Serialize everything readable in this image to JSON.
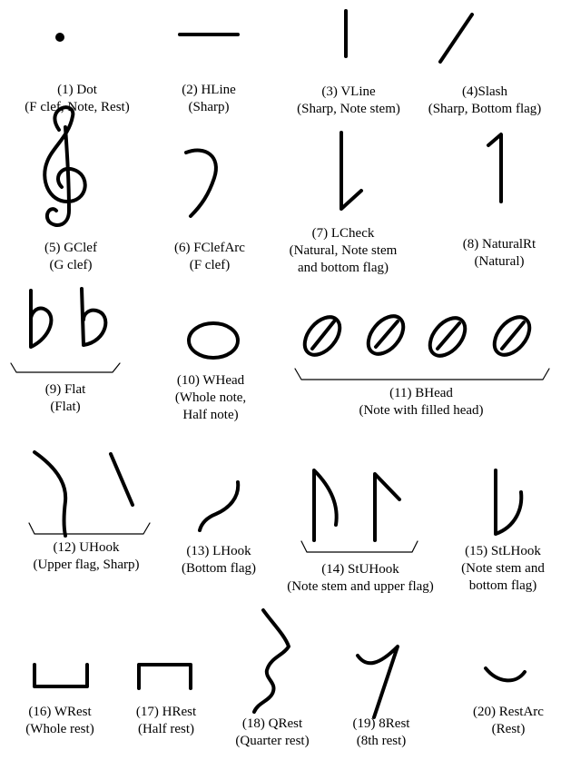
{
  "symbols": [
    {
      "label": "(1) Dot",
      "desc": [
        "(F clef, Note, Rest)"
      ]
    },
    {
      "label": "(2) HLine",
      "desc": [
        "(Sharp)"
      ]
    },
    {
      "label": "(3) VLine",
      "desc": [
        "(Sharp, Note stem)"
      ]
    },
    {
      "label": "(4)Slash",
      "desc": [
        "(Sharp, Bottom flag)"
      ]
    },
    {
      "label": "(5) GClef",
      "desc": [
        "(G clef)"
      ]
    },
    {
      "label": "(6) FClefArc",
      "desc": [
        "(F clef)"
      ]
    },
    {
      "label": "(7) LCheck",
      "desc": [
        "(Natural, Note stem",
        "and bottom flag)"
      ]
    },
    {
      "label": "(8) NaturalRt",
      "desc": [
        "(Natural)"
      ]
    },
    {
      "label": "(9) Flat",
      "desc": [
        "(Flat)"
      ]
    },
    {
      "label": "(10) WHead",
      "desc": [
        "(Whole note,",
        "Half note)"
      ]
    },
    {
      "label": "(11) BHead",
      "desc": [
        "(Note with filled head)"
      ]
    },
    {
      "label": "(12) UHook",
      "desc": [
        "(Upper flag, Sharp)"
      ]
    },
    {
      "label": "(13) LHook",
      "desc": [
        "(Bottom flag)"
      ]
    },
    {
      "label": "(14) StUHook",
      "desc": [
        "(Note stem and upper flag)"
      ]
    },
    {
      "label": "(15) StLHook",
      "desc": [
        "(Note stem and",
        "bottom flag)"
      ]
    },
    {
      "label": "(16) WRest",
      "desc": [
        "(Whole rest)"
      ]
    },
    {
      "label": "(17) HRest",
      "desc": [
        "(Half rest)"
      ]
    },
    {
      "label": "(18) QRest",
      "desc": [
        "(Quarter rest)"
      ]
    },
    {
      "label": "(19) 8Rest",
      "desc": [
        "(8th rest)"
      ]
    },
    {
      "label": "(20) RestArc",
      "desc": [
        "(Rest)"
      ]
    }
  ]
}
